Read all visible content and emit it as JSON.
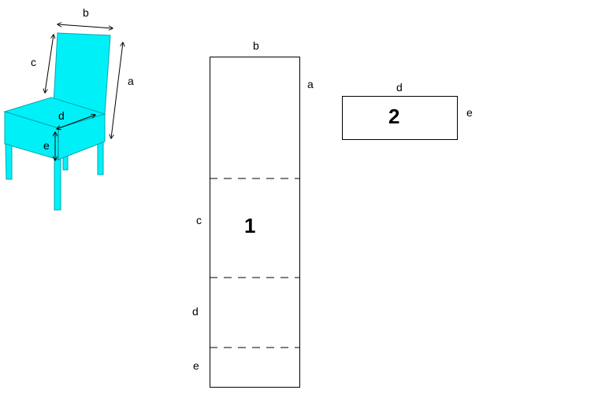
{
  "chair_labels": {
    "a": "a",
    "b": "b",
    "c": "c",
    "d": "d",
    "e": "e"
  },
  "piece1": {
    "number": "1",
    "top_label": "b",
    "right_label": "a",
    "left_labels": [
      "c",
      "d",
      "e"
    ]
  },
  "piece2": {
    "number": "2",
    "top_label": "d",
    "right_label": "e"
  },
  "colors": {
    "chair": "#00f0f8",
    "outline": "#000000"
  }
}
